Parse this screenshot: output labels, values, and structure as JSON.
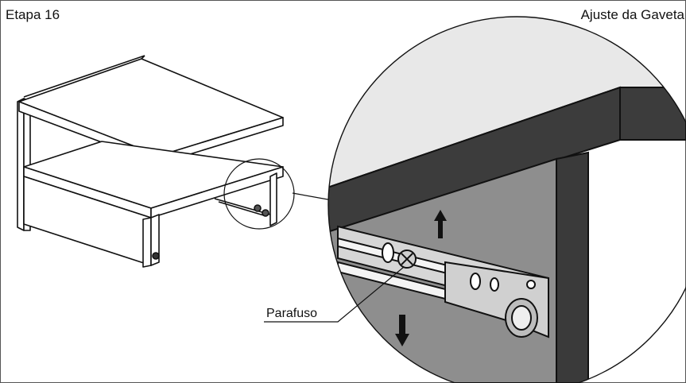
{
  "header": {
    "step": "Etapa 16",
    "title": "Ajuste da Gaveta"
  },
  "callouts": {
    "screw": "Parafuso"
  },
  "colors": {
    "panel_light": "#e6e6e6",
    "panel_mid": "#8c8c8c",
    "panel_dark": "#3a3a3a",
    "line": "#111111"
  },
  "icons": [
    "arrow-up-icon",
    "arrow-down-icon",
    "screw-icon"
  ]
}
